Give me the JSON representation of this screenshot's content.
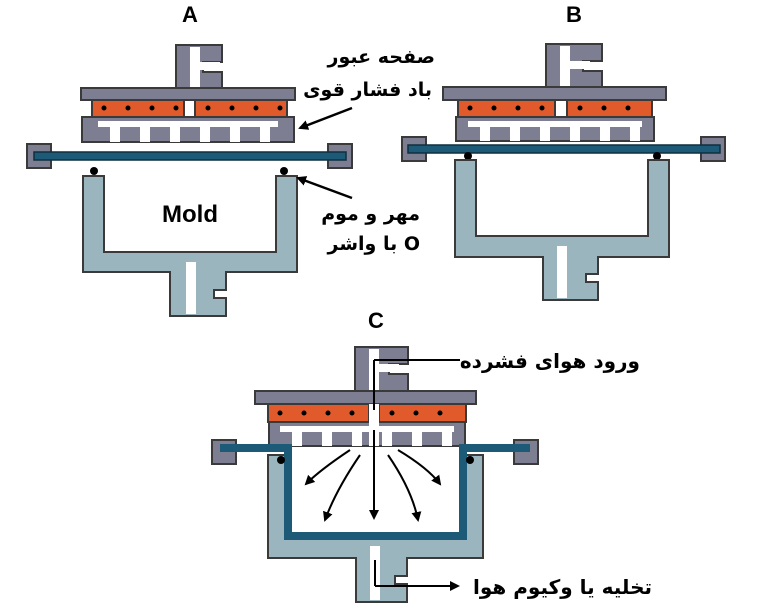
{
  "panels": {
    "a": "A",
    "b": "B",
    "c": "C"
  },
  "labels": {
    "plate_line1": "صفحه عبور",
    "plate_line2": "باد فشار قوی",
    "mold": "Mold",
    "seal_line1": "مهر و موم",
    "seal_line2": "با واشر O",
    "air_in": "ورود هوای فشرده",
    "vent": "تخلیه یا وکیوم هوا"
  },
  "colors": {
    "outline": "#3a3a3a",
    "plate_gray": "#7d7e91",
    "platen_light": "#9a9aa8",
    "heater_orange": "#e05a2b",
    "sheet_blue": "#1d5a77",
    "mold_blue": "#9ab5bd"
  }
}
